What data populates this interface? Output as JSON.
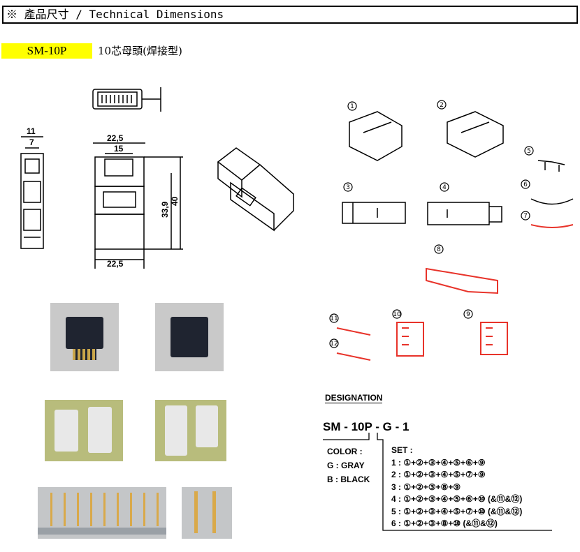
{
  "header": {
    "title": "※ 產品尺寸 / Technical Dimensions"
  },
  "product": {
    "model": "SM-10P",
    "description": "10芯母頭(焊接型)"
  },
  "dimensions": {
    "d11": "11",
    "d7": "7",
    "d225_top": "22,5",
    "d15": "15",
    "d339": "33,9",
    "d40": "40",
    "d225_bottom": "22,5"
  },
  "parts": {
    "p1": "1",
    "p2": "2",
    "p3": "3",
    "p4": "4",
    "p5": "5",
    "p6": "6",
    "p7": "7",
    "p8": "8",
    "p9": "9",
    "p10": "10",
    "p11": "11",
    "p12": "12"
  },
  "designation": {
    "title": "DESIGNATION",
    "code": "SM - 10P - G - 1",
    "color_title": "COLOR :",
    "colors": [
      "G : GRAY",
      "B : BLACK"
    ],
    "set_title": "SET :",
    "sets": [
      "1 : ①+②+③+④+⑤+⑥+⑨",
      "2 : ①+②+③+④+⑤+⑦+⑨",
      "3 : ①+②+③+⑧+⑨",
      "4 : ①+②+③+④+⑤+⑥+⑩ (&⑪&⑫)",
      "5 : ①+②+③+④+⑤+⑦+⑩ (&⑪&⑫)",
      "6 : ①+②+③+⑧+⑩ (&⑪&⑫)"
    ]
  },
  "colors": {
    "highlight": "#ffff00",
    "red_part": "#e8332a",
    "photo_bg": "#c9c9c9"
  }
}
